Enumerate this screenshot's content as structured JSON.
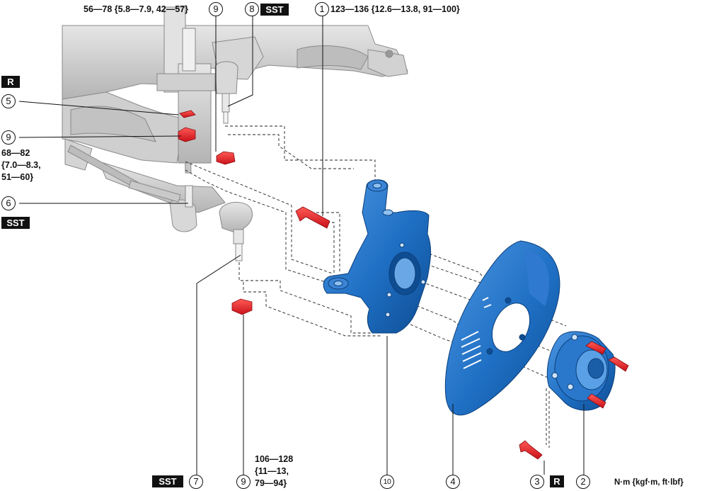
{
  "torques": {
    "t56": "56—78 {5.8—7.9, 42—57}",
    "t123": "123—136 {12.6—13.8, 91—100}",
    "t68": [
      "68—82",
      "{7.0—8.3,",
      "51—60}"
    ],
    "t106": [
      "106—128",
      "{11—13,",
      "79—94}"
    ]
  },
  "callouts": {
    "n1": "1",
    "n2": "2",
    "n3": "3",
    "n4": "4",
    "n5": "5",
    "n6": "6",
    "n7": "7",
    "n8": "8",
    "n9": "9",
    "n10": "10"
  },
  "tags": {
    "sst": "SST",
    "r": "R"
  },
  "unit_legend": "N·m {kgf·m, ft·lbf}",
  "colors": {
    "part_blue": "#1e6fc4",
    "fastener_red": "#e8202a",
    "frame_gray": "#c9c9c9",
    "label_black": "#111111"
  }
}
